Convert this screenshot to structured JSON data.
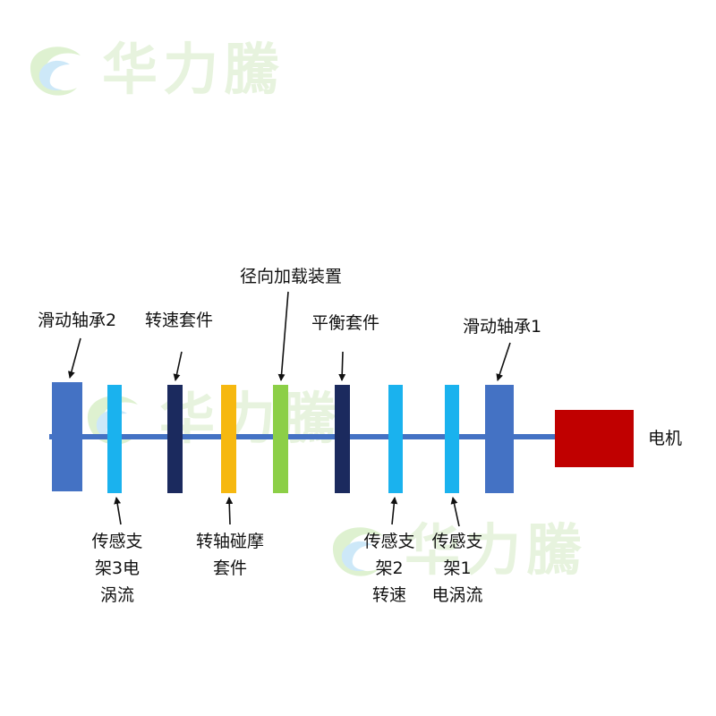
{
  "watermark_logo": "华力騰",
  "colors": {
    "shaft": "#4472c4",
    "bearing": "#4472c4",
    "sensor_light_blue": "#1ab2ee",
    "navy": "#1b2a5e",
    "rub": "#f6b810",
    "load": "#8ccf47",
    "motor": "#c00000"
  },
  "labels": {
    "bearing2": "滑动轴承2",
    "speed_sleeve": "转速套件",
    "radial_load": "径向加载装置",
    "balance_sleeve": "平衡套件",
    "bearing1": "滑动轴承1",
    "motor": "电机",
    "sensor3": "传感支\n架3电\n涡流",
    "rub_sleeve": "转轴碰摩\n套件",
    "sensor2": "传感支\n架2\n转速",
    "sensor1": "传感支\n架1\n电涡流"
  }
}
